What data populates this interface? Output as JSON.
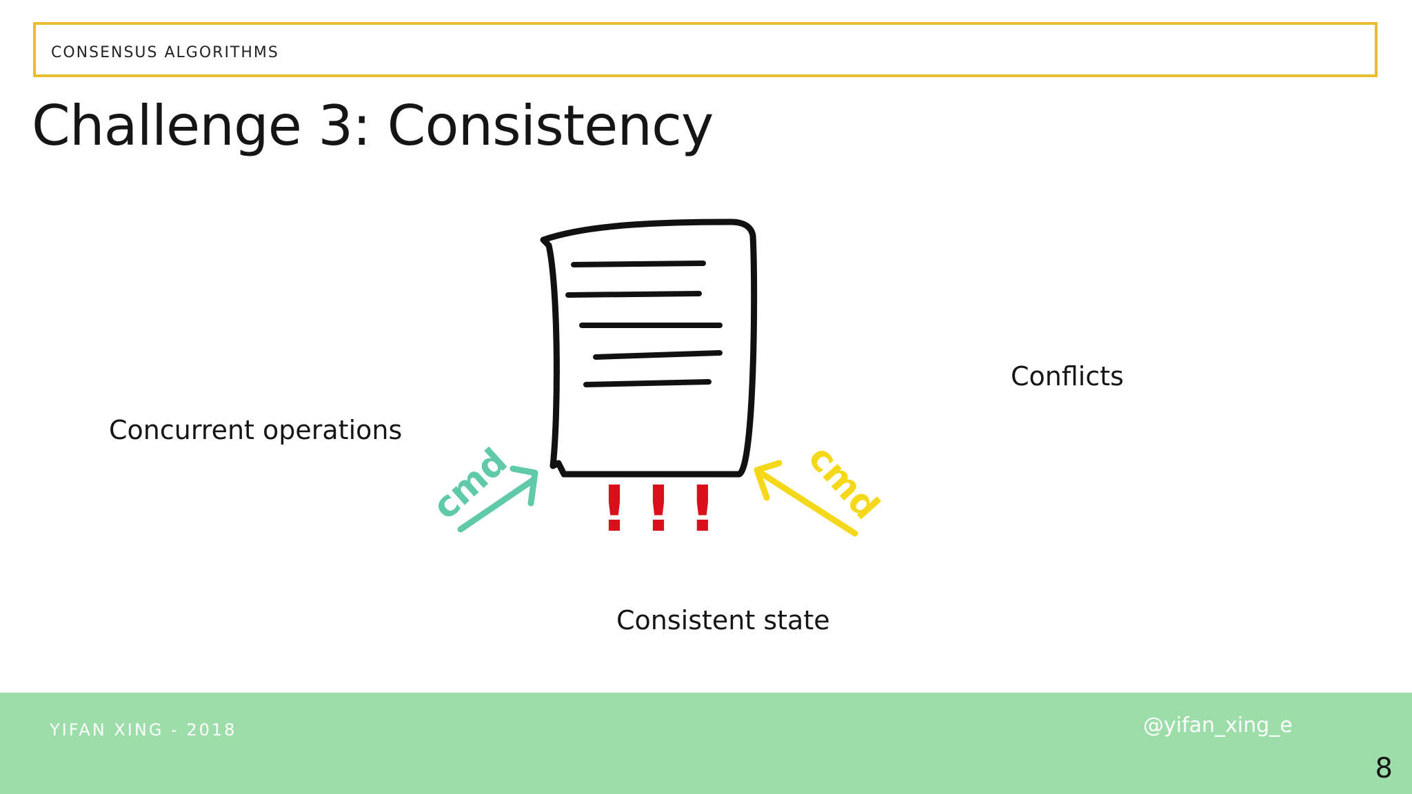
{
  "slide": {
    "banner": {
      "label": "CONSENSUS ALGORITHMS"
    },
    "title": "Challenge 3: Consistency",
    "labels": {
      "concurrent": "Concurrent operations",
      "conflicts": "Conflicts",
      "consistent": "Consistent state"
    },
    "diagram": {
      "arrow_left_text": "cmd",
      "arrow_right_text": "cmd",
      "exclamations": "!!!"
    },
    "footer": {
      "author": "YIFAN XING - 2018",
      "handle": "@yifan_xing_e"
    },
    "page_number": "8"
  },
  "colors": {
    "banner_border": "#e9bd32",
    "footer_bg": "#9cdda9",
    "arrow_left": "#5fc9a8",
    "arrow_right": "#f5d81a",
    "exclaim": "#d9101c",
    "ink": "#111111"
  },
  "icons": {
    "document": "document-icon",
    "arrow_left": "arrow-up-right-icon",
    "arrow_right": "arrow-up-left-icon"
  }
}
